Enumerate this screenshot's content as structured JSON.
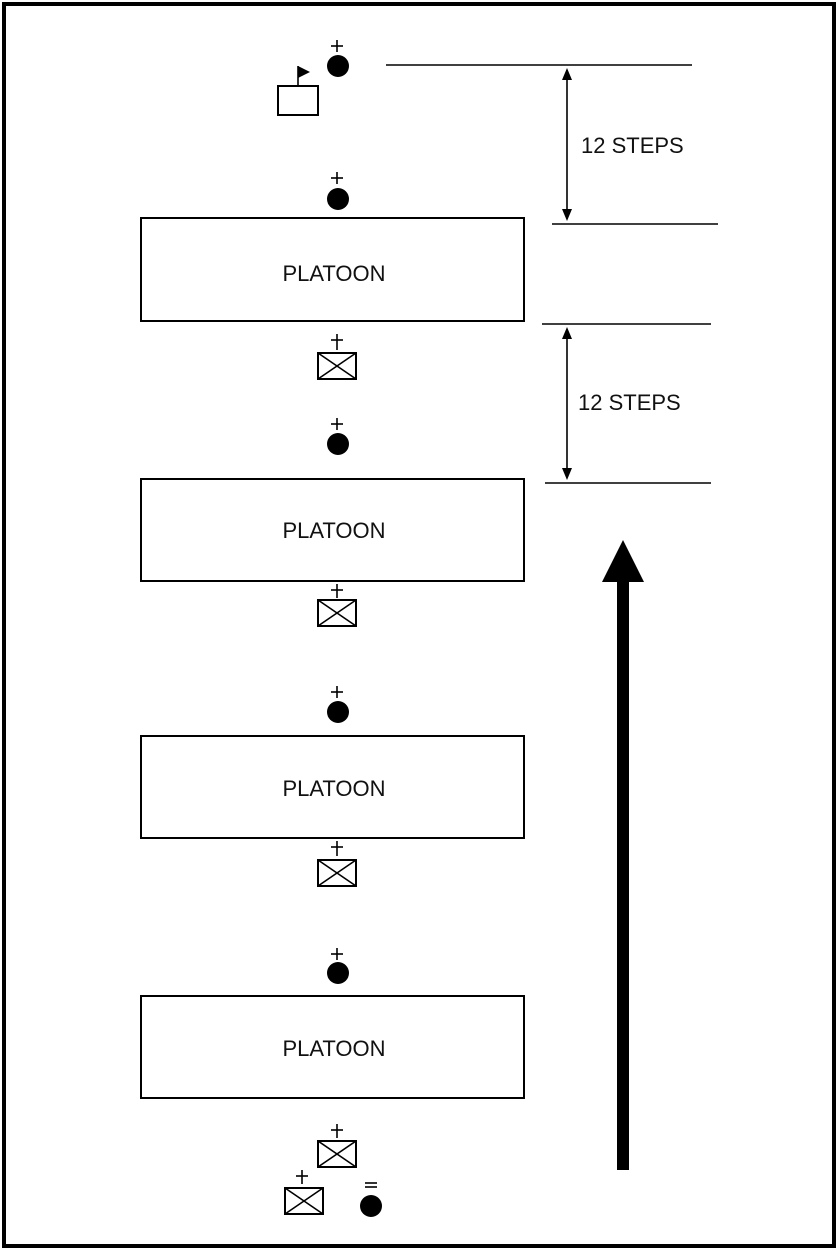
{
  "diagram": {
    "spacing_labels": [
      "12 STEPS",
      "12 STEPS"
    ],
    "platoon_labels": [
      "PLATOON",
      "PLATOON",
      "PLATOON",
      "PLATOON"
    ],
    "colors": {
      "stroke": "#000000",
      "background": "#ffffff"
    },
    "symbols": {
      "guidon": "guidon-flag-icon",
      "leader": "leader-dot-icon",
      "sergeant": "sergeant-box-icon"
    }
  }
}
